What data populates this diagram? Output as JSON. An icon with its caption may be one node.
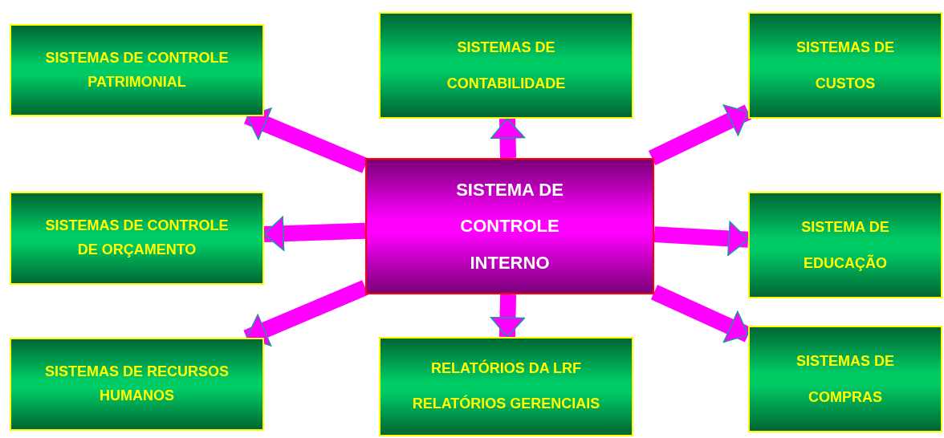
{
  "diagram": {
    "nodes": [
      {
        "text": [
          "SISTEMA DE CONTROLE INTERNO"
        ]
      },
      {
        "text": [
          "SISTEMAS DE CONTROLE PATRIMONIAL"
        ]
      },
      {
        "text": [
          "SISTEMAS DE CONTABILIDADE"
        ]
      },
      {
        "text": [
          "SISTEMAS DE CUSTOS"
        ]
      },
      {
        "text": [
          "SISTEMAS DE CONTROLE DE ORÇAMENTO"
        ]
      },
      {
        "text": [
          "SISTEMA DE EDUCAÇÃO"
        ]
      },
      {
        "text": [
          "SISTEMAS DE RECURSOS HUMANOS"
        ]
      },
      {
        "text": [
          "RELATÓRIOS DA LRF",
          "RELATÓRIOS GERENCIAIS"
        ]
      },
      {
        "text": [
          "SISTEMAS DE COMPRAS"
        ]
      }
    ],
    "edges": [
      {
        "from": 0,
        "to": 1,
        "arrow": "to"
      },
      {
        "from": 0,
        "to": 2,
        "arrow": "to"
      },
      {
        "from": 0,
        "to": 3,
        "arrow": "to"
      },
      {
        "from": 0,
        "to": 4,
        "arrow": "to"
      },
      {
        "from": 0,
        "to": 5,
        "arrow": "to"
      },
      {
        "from": 0,
        "to": 6,
        "arrow": "to"
      },
      {
        "from": 0,
        "to": 7,
        "arrow": "to"
      },
      {
        "from": 0,
        "to": 8,
        "arrow": "to"
      }
    ]
  }
}
